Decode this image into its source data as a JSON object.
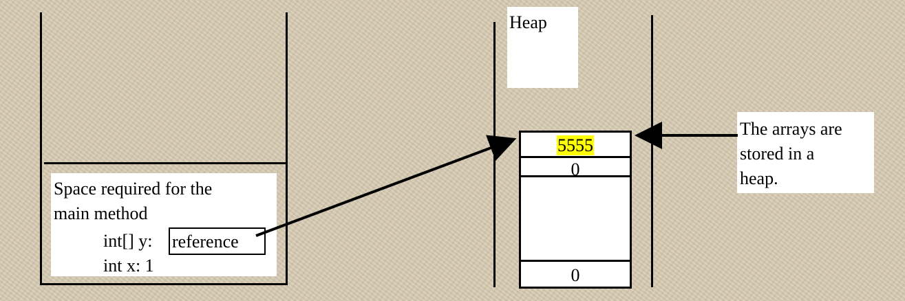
{
  "stack": {
    "frame_text": [
      "Space required for the",
      "main method"
    ],
    "var_y_label": "int[] y:",
    "var_y_value": "reference",
    "var_x_label": "int x: 1"
  },
  "heap": {
    "title": "Heap",
    "cells": [
      "5555",
      "0",
      "0"
    ]
  },
  "callout": {
    "lines": [
      "The arrays are",
      "stored in a",
      "heap."
    ]
  },
  "colors": {
    "highlight": "#ffff00",
    "background": "#d7cbb3"
  }
}
